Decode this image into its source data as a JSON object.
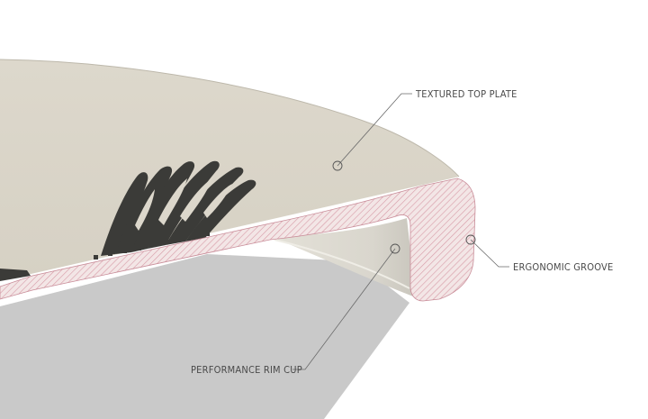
{
  "callouts": [
    {
      "id": "top-plate",
      "label": "TEXTURED TOP PLATE"
    },
    {
      "id": "groove",
      "label": "ERGONOMIC GROOVE"
    },
    {
      "id": "rim-cup",
      "label": "PERFORMANCE RIM CUP"
    }
  ],
  "colors": {
    "top_surface": "#dcd7cb",
    "section_fill": "#f3e6e6",
    "section_hatch": "#d79aa6",
    "graphic": "#3b3b38",
    "shadow": "#c8c8c8",
    "leader": "#6a6a6a"
  }
}
